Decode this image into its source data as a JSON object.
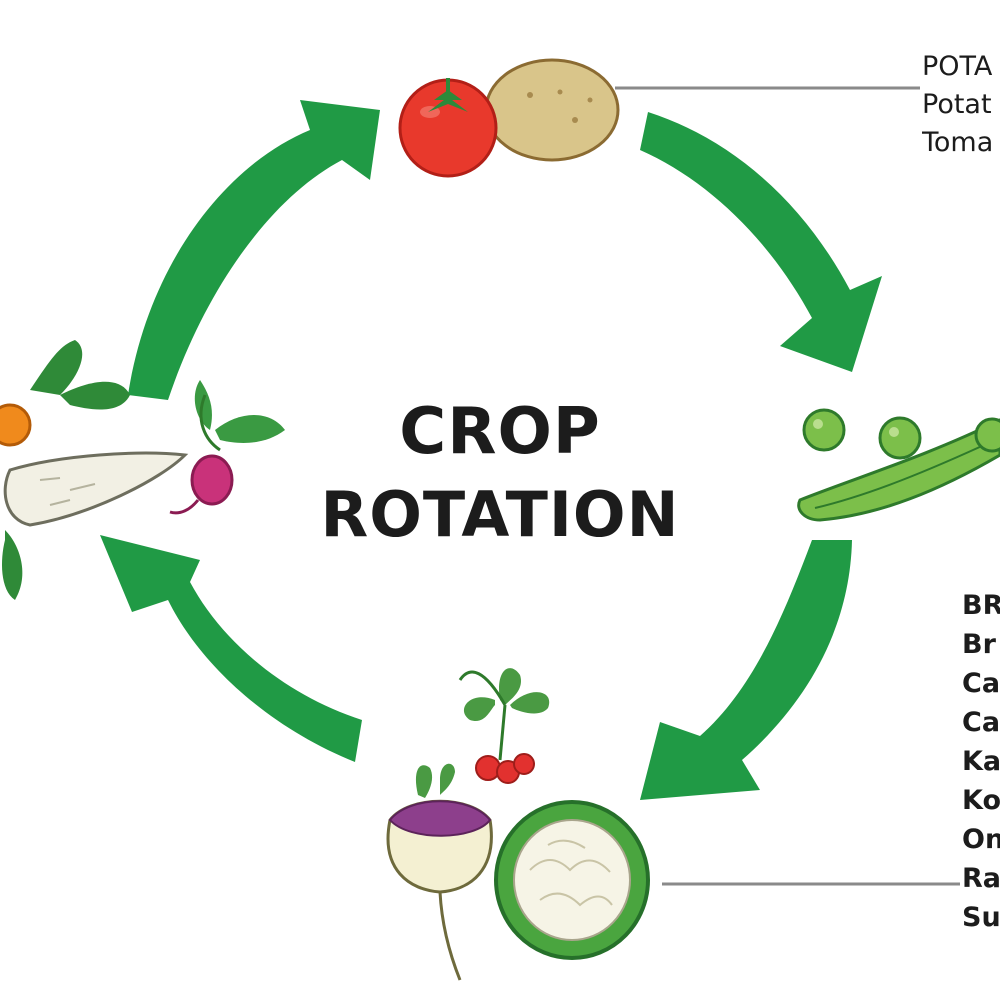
{
  "title": {
    "line1": "CROP",
    "line2": "ROTATION"
  },
  "labels": {
    "top": [
      "POTA",
      "Potat",
      "Toma"
    ],
    "bottom": [
      "BR",
      "Br",
      "Ca",
      "Ca",
      "Ka",
      "Ko",
      "On",
      "Ra",
      "Su"
    ]
  },
  "colors": {
    "arrow": "#209a45",
    "text": "#1c1c1c",
    "leader_line": "#8a8a8a"
  }
}
